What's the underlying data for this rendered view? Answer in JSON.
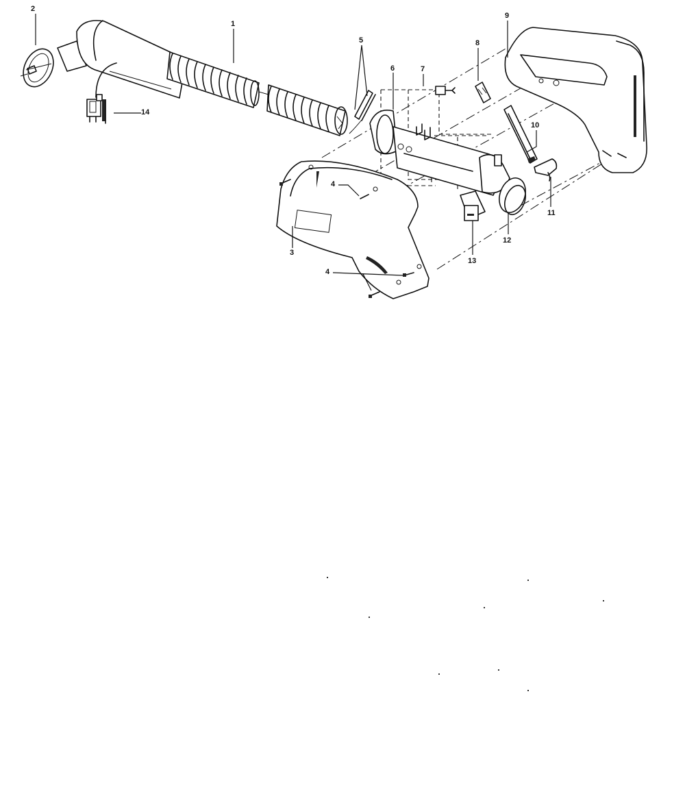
{
  "diagram": {
    "type": "exploded-parts-view",
    "subject": "vacuum handle assembly",
    "callouts": [
      {
        "id": "1",
        "label": "1",
        "part": "corrugated hose with handle tube"
      },
      {
        "id": "2",
        "label": "2",
        "part": "hose end cap"
      },
      {
        "id": "3",
        "label": "3",
        "part": "handle half (left)"
      },
      {
        "id": "4",
        "label": "4",
        "part": "screws"
      },
      {
        "id": "5",
        "label": "5",
        "part": "wire clips"
      },
      {
        "id": "6",
        "label": "6",
        "part": "air tube"
      },
      {
        "id": "7",
        "label": "7",
        "part": "connector"
      },
      {
        "id": "8",
        "label": "8",
        "part": "label"
      },
      {
        "id": "9",
        "label": "9",
        "part": "handle half (right)"
      },
      {
        "id": "10",
        "label": "10",
        "part": "switch cover"
      },
      {
        "id": "11",
        "label": "11",
        "part": "trigger"
      },
      {
        "id": "12",
        "label": "12",
        "part": "swivel coupling"
      },
      {
        "id": "13",
        "label": "13",
        "part": "switch"
      },
      {
        "id": "14",
        "label": "14",
        "part": "plug connector"
      }
    ]
  }
}
